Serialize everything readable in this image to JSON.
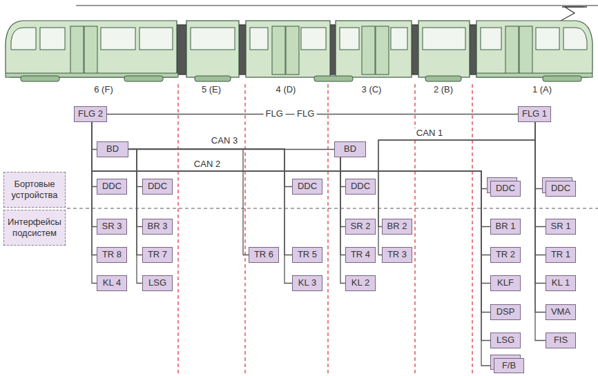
{
  "diagram": {
    "nodes": [
      {
        "text": [
          "Бортовые устройства"
        ]
      },
      {
        "text": [
          "Интерфейсы подсистем"
        ]
      },
      {
        "text": [
          "FLG 2"
        ]
      },
      {
        "text": [
          "FLG 1"
        ]
      },
      {
        "text": [
          "BD"
        ]
      },
      {
        "text": [
          "BD"
        ]
      },
      {
        "text": [
          "DDC"
        ]
      },
      {
        "text": [
          "DDC"
        ]
      },
      {
        "text": [
          "DDC"
        ]
      },
      {
        "text": [
          "DDC"
        ]
      },
      {
        "text": [
          "DDC"
        ]
      },
      {
        "text": [
          "DDC"
        ]
      },
      {
        "text": [
          "SR 3"
        ]
      },
      {
        "text": [
          "BR 3"
        ]
      },
      {
        "text": [
          "SR 2"
        ]
      },
      {
        "text": [
          "BR 2"
        ]
      },
      {
        "text": [
          "BR 1"
        ]
      },
      {
        "text": [
          "SR 1"
        ]
      },
      {
        "text": [
          "TR 8"
        ]
      },
      {
        "text": [
          "TR 7"
        ]
      },
      {
        "text": [
          "TR 6"
        ]
      },
      {
        "text": [
          "TR 5"
        ]
      },
      {
        "text": [
          "TR 4"
        ]
      },
      {
        "text": [
          "TR 3"
        ]
      },
      {
        "text": [
          "TR 2"
        ]
      },
      {
        "text": [
          "TR 1"
        ]
      },
      {
        "text": [
          "KL 4"
        ]
      },
      {
        "text": [
          "LSG"
        ]
      },
      {
        "text": [
          "KL 3"
        ]
      },
      {
        "text": [
          "KL 2"
        ]
      },
      {
        "text": [
          "KLF"
        ]
      },
      {
        "text": [
          "KL 1"
        ]
      },
      {
        "text": [
          "DSP"
        ]
      },
      {
        "text": [
          "VMA"
        ]
      },
      {
        "text": [
          "LSG"
        ]
      },
      {
        "text": [
          "FIS"
        ]
      },
      {
        "text": [
          "F/B"
        ]
      }
    ],
    "edges": [
      {
        "from": 2,
        "to": 3,
        "arrow": "none",
        "label": "FLG — FLG"
      },
      {
        "from": 2,
        "to": 4,
        "arrow": "none"
      },
      {
        "from": 2,
        "to": 6,
        "arrow": "none"
      },
      {
        "from": 2,
        "to": 12,
        "arrow": "none"
      },
      {
        "from": 2,
        "to": 18,
        "arrow": "none"
      },
      {
        "from": 2,
        "to": 26,
        "arrow": "none"
      },
      {
        "from": 2,
        "to": 10,
        "arrow": "none",
        "label": "CAN 2"
      },
      {
        "from": 2,
        "to": 16,
        "arrow": "none"
      },
      {
        "from": 2,
        "to": 24,
        "arrow": "none"
      },
      {
        "from": 2,
        "to": 30,
        "arrow": "none"
      },
      {
        "from": 2,
        "to": 32,
        "arrow": "none"
      },
      {
        "from": 2,
        "to": 34,
        "arrow": "none"
      },
      {
        "from": 2,
        "to": 36,
        "arrow": "none"
      },
      {
        "from": 4,
        "to": 7,
        "arrow": "none"
      },
      {
        "from": 4,
        "to": 13,
        "arrow": "none"
      },
      {
        "from": 4,
        "to": 19,
        "arrow": "none"
      },
      {
        "from": 4,
        "to": 27,
        "arrow": "none"
      },
      {
        "from": 4,
        "to": 5,
        "arrow": "none",
        "label": "CAN 3"
      },
      {
        "from": 4,
        "to": 20,
        "arrow": "none"
      },
      {
        "from": 4,
        "to": 8,
        "arrow": "none"
      },
      {
        "from": 4,
        "to": 21,
        "arrow": "none"
      },
      {
        "from": 4,
        "to": 28,
        "arrow": "none"
      },
      {
        "from": 5,
        "to": 9,
        "arrow": "none"
      },
      {
        "from": 5,
        "to": 14,
        "arrow": "none"
      },
      {
        "from": 5,
        "to": 22,
        "arrow": "none"
      },
      {
        "from": 5,
        "to": 29,
        "arrow": "none"
      },
      {
        "from": 3,
        "to": 15,
        "arrow": "none",
        "label": "CAN 1"
      },
      {
        "from": 3,
        "to": 23,
        "arrow": "none"
      },
      {
        "from": 3,
        "to": 11,
        "arrow": "none"
      },
      {
        "from": 3,
        "to": 17,
        "arrow": "none"
      },
      {
        "from": 3,
        "to": 25,
        "arrow": "none"
      },
      {
        "from": 3,
        "to": 31,
        "arrow": "none"
      },
      {
        "from": 3,
        "to": 33,
        "arrow": "none"
      },
      {
        "from": 3,
        "to": 35,
        "arrow": "none"
      }
    ],
    "labels": [
      "6 (F)",
      "5 (E)",
      "4 (D)",
      "3 (C)",
      "2 (B)",
      "1 (A)"
    ]
  }
}
